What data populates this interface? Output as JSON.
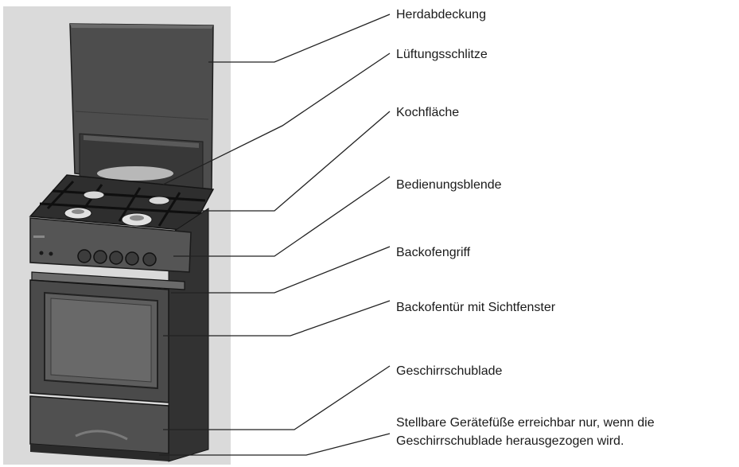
{
  "labels": [
    {
      "text": "Herdabdeckung"
    },
    {
      "text": "Lüftungsschlitze"
    },
    {
      "text": "Kochfläche"
    },
    {
      "text": "Bedienungsblende"
    },
    {
      "text": "Backofengriff"
    },
    {
      "text": "Backofentür mit Sichtfenster"
    },
    {
      "text": "Geschirrschublade"
    },
    {
      "text": "Stellbare Gerätefüße erreichbar nur, wenn die",
      "line2": "Geschirrschublade herausgezogen wird."
    }
  ],
  "colors": {
    "background_panel": "#dadada",
    "leader_line": "#222222",
    "stove_body": "#4a4a4a",
    "stove_dark": "#262626",
    "stove_mid": "#5e5e5e"
  }
}
